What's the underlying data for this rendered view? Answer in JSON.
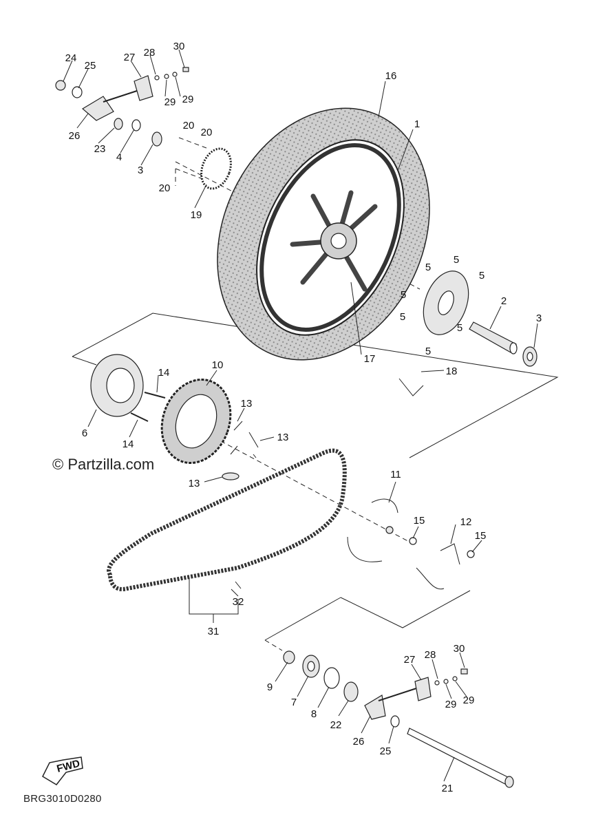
{
  "watermark": "© Partzilla.com",
  "diagram_code": "BRG3010D0280",
  "fwd_label": "FWD",
  "callouts": [
    {
      "text": "1"
    },
    {
      "text": "2"
    },
    {
      "text": "3"
    },
    {
      "text": "3"
    },
    {
      "text": "3"
    },
    {
      "text": "4"
    },
    {
      "text": "5"
    },
    {
      "text": "5"
    },
    {
      "text": "5"
    },
    {
      "text": "5"
    },
    {
      "text": "5"
    },
    {
      "text": "5"
    },
    {
      "text": "5"
    },
    {
      "text": "6"
    },
    {
      "text": "7"
    },
    {
      "text": "8"
    },
    {
      "text": "9"
    },
    {
      "text": "10"
    },
    {
      "text": "11"
    },
    {
      "text": "12"
    },
    {
      "text": "13"
    },
    {
      "text": "13"
    },
    {
      "text": "13"
    },
    {
      "text": "14"
    },
    {
      "text": "14"
    },
    {
      "text": "15"
    },
    {
      "text": "15"
    },
    {
      "text": "16"
    },
    {
      "text": "17"
    },
    {
      "text": "18"
    },
    {
      "text": "19"
    },
    {
      "text": "20"
    },
    {
      "text": "20"
    },
    {
      "text": "20"
    },
    {
      "text": "21"
    },
    {
      "text": "22"
    },
    {
      "text": "23"
    },
    {
      "text": "24"
    },
    {
      "text": "25"
    },
    {
      "text": "25"
    },
    {
      "text": "26"
    },
    {
      "text": "26"
    },
    {
      "text": "27"
    },
    {
      "text": "27"
    },
    {
      "text": "28"
    },
    {
      "text": "28"
    },
    {
      "text": "29"
    },
    {
      "text": "29"
    },
    {
      "text": "29"
    },
    {
      "text": "29"
    },
    {
      "text": "30"
    },
    {
      "text": "30"
    },
    {
      "text": "31"
    },
    {
      "text": "32"
    }
  ]
}
